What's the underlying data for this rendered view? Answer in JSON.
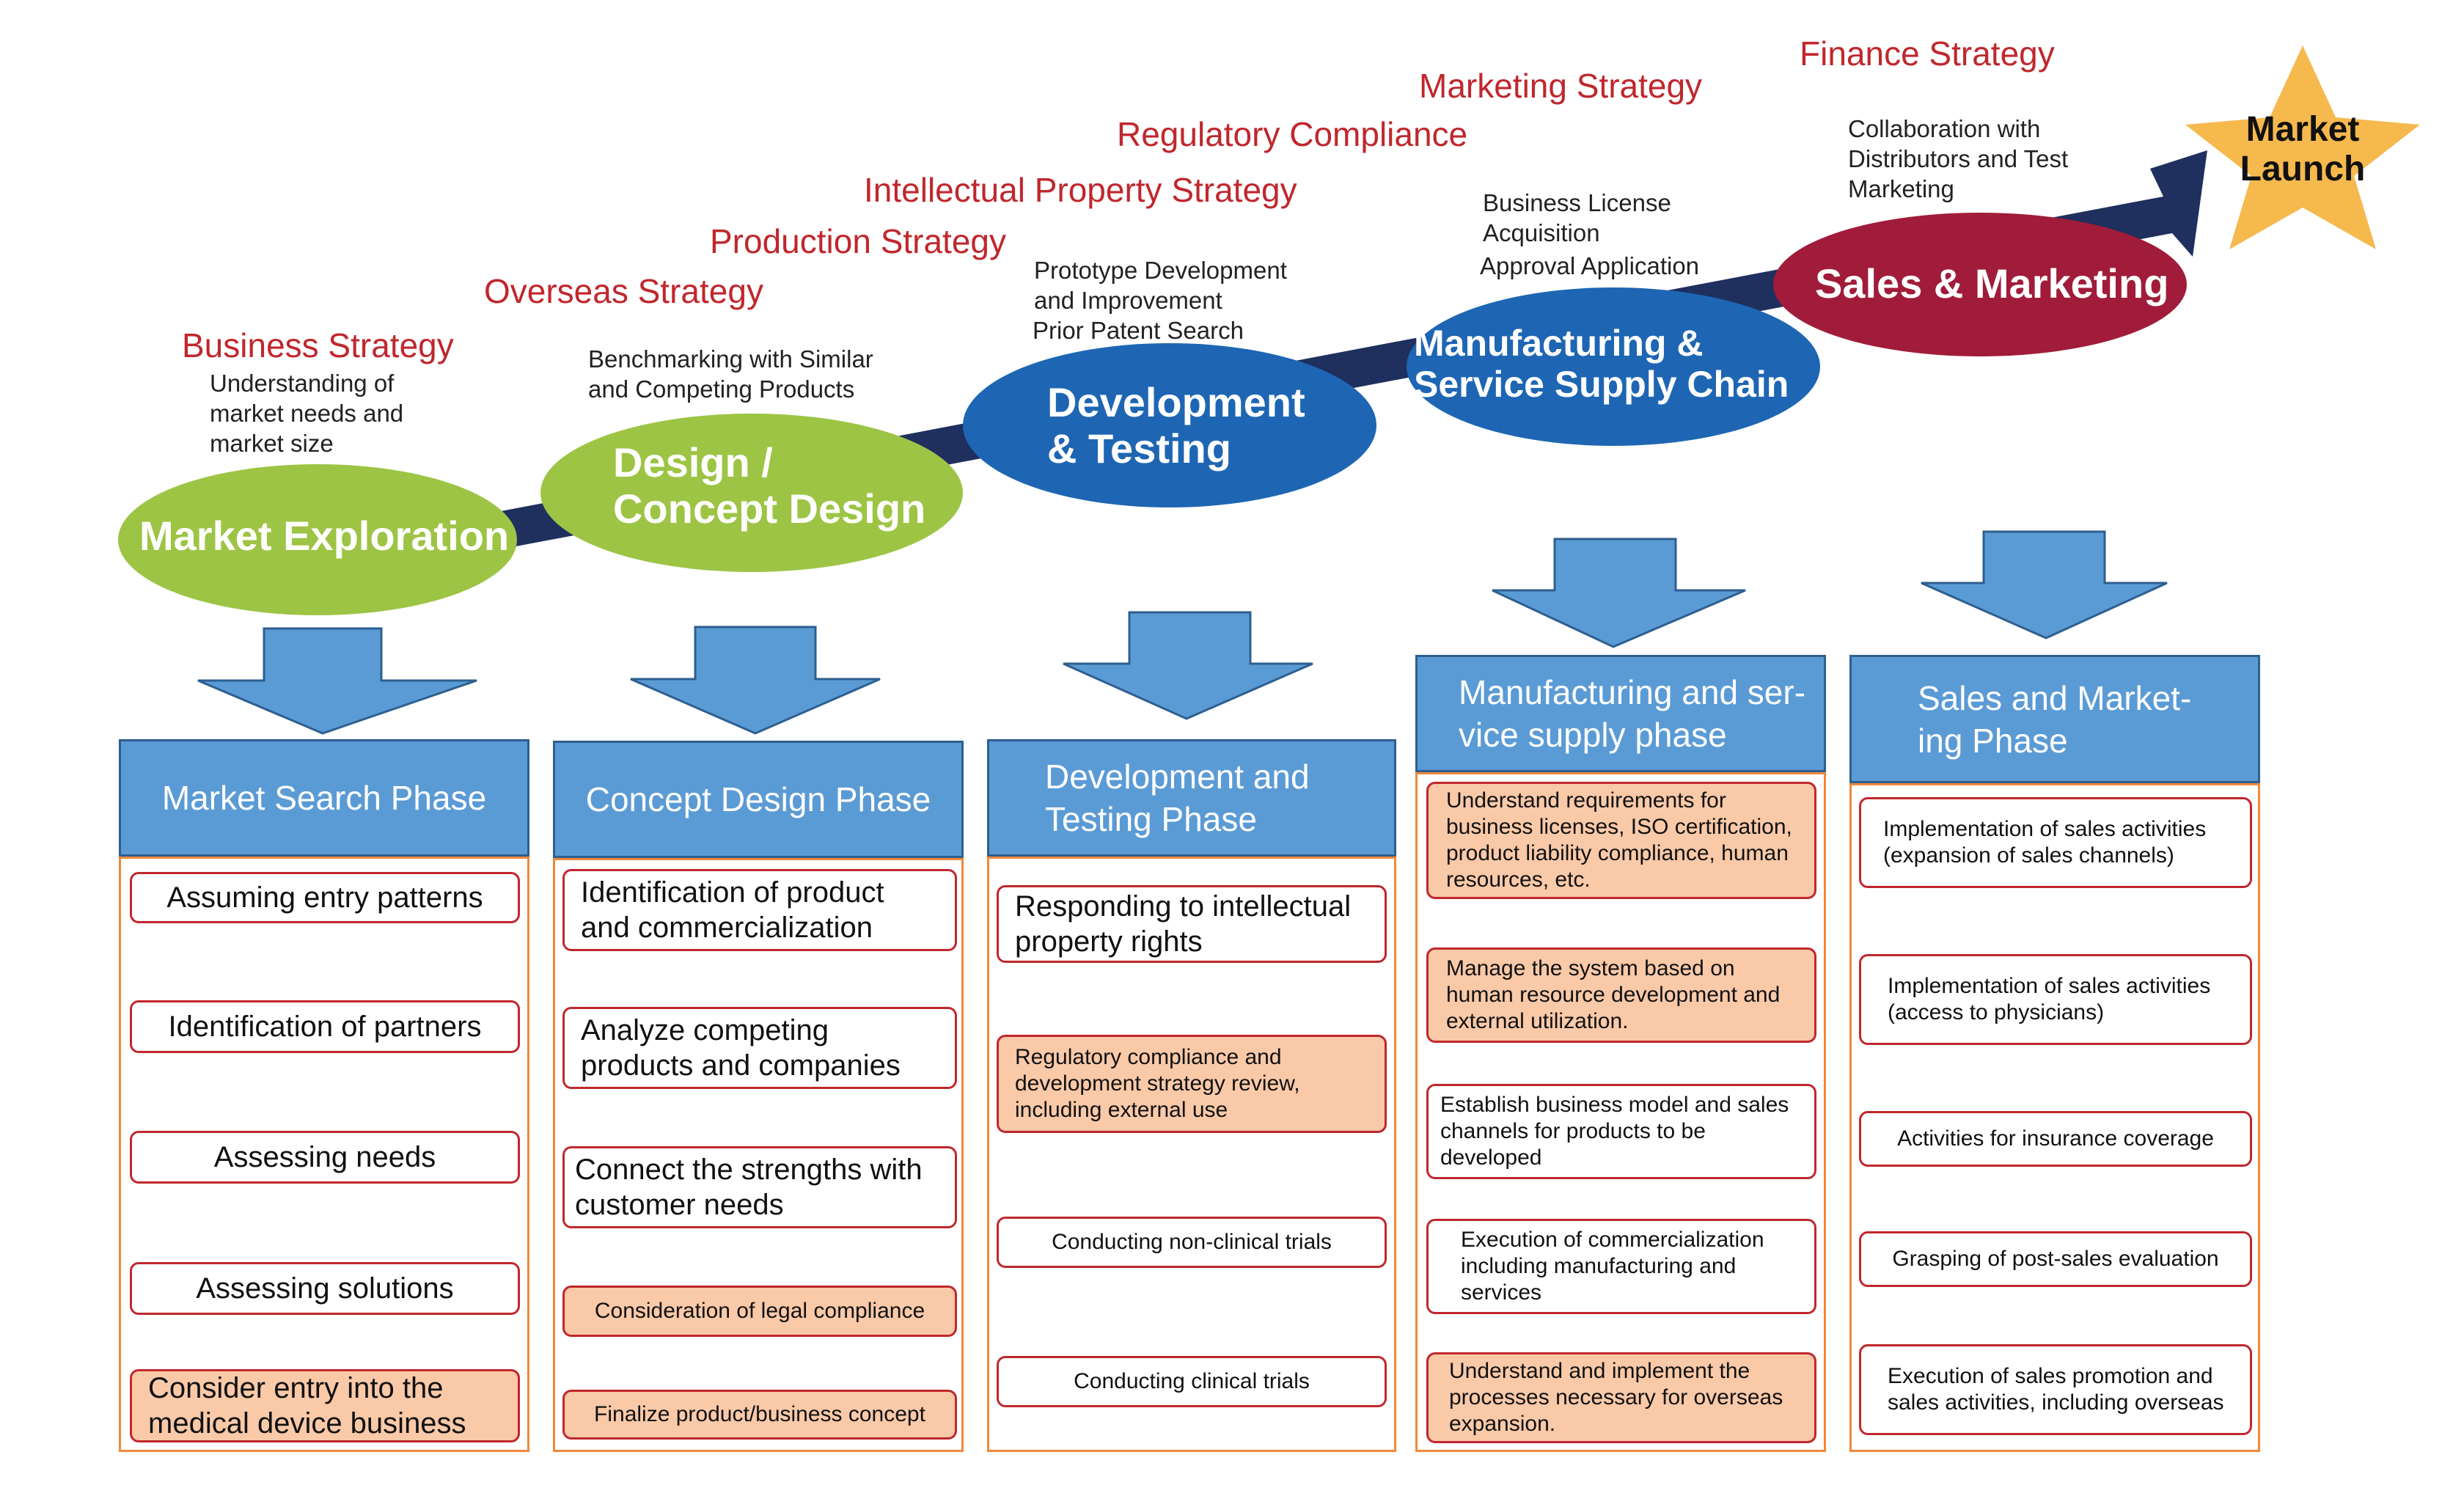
{
  "strategies": {
    "business": "Business Strategy",
    "overseas": "Overseas Strategy",
    "production": "Production Strategy",
    "ip": "Intellectual Property Strategy",
    "regulatory": "Regulatory Compliance",
    "marketing": "Marketing Strategy",
    "finance": "Finance Strategy"
  },
  "notes": {
    "market": "Understanding of market needs and market size",
    "design": "Benchmarking with Similar and Competing Products",
    "dev_1": "Prototype Development and Improvement",
    "dev_2": "Prior Patent Search",
    "mfg_1": "Business License Acquisition",
    "mfg_2": "Approval Application",
    "sales": "Collaboration with Distributors and Test Marketing"
  },
  "stages": {
    "market": "Market Exploration",
    "design_1": "Design /",
    "design_2": "Concept Design",
    "dev_1": "Development",
    "dev_2": "& Testing",
    "mfg_1": "Manufacturing &",
    "mfg_2": "Service Supply Chain",
    "sales": "Sales & Marketing",
    "launch_1": "Market",
    "launch_2": "Launch"
  },
  "colors": {
    "green": "#9dc444",
    "blue": "#1e66b3",
    "crimson": "#a11c3a",
    "navy": "#1f2f5e",
    "gold": "#f6b94e",
    "header_blue": "#5b9bd5",
    "orange": "#f0883a",
    "highlight": "#f9c9a8",
    "strategy_red": "#c0272d"
  },
  "phases": [
    {
      "title_1": "Market Search Phase",
      "title_2": "",
      "steps": [
        {
          "text": "Assuming entry patterns",
          "highlight": false
        },
        {
          "text": "Identification of partners",
          "highlight": false
        },
        {
          "text": "Assessing needs",
          "highlight": false
        },
        {
          "text": "Assessing solutions",
          "highlight": false
        },
        {
          "text": "Consider entry into the medical device business",
          "highlight": true
        }
      ]
    },
    {
      "title_1": "Concept Design Phase",
      "title_2": "",
      "steps": [
        {
          "text": "Identification of product and commercialization",
          "highlight": false
        },
        {
          "text": "Analyze competing products and companies",
          "highlight": false
        },
        {
          "text": "Connect the strengths with customer needs",
          "highlight": false
        },
        {
          "text": "Consideration of legal compliance",
          "highlight": true
        },
        {
          "text": "Finalize product/business concept",
          "highlight": true
        }
      ]
    },
    {
      "title_1": "Development and",
      "title_2": "Testing Phase",
      "steps": [
        {
          "text": "Responding to intellectual property rights",
          "highlight": false
        },
        {
          "text": "Regulatory compliance and development strategy review, including external use",
          "highlight": true
        },
        {
          "text": "Conducting non-clinical trials",
          "highlight": false
        },
        {
          "text": "Conducting clinical trials",
          "highlight": false
        }
      ]
    },
    {
      "title_1": "Manufacturing and ser-",
      "title_2": "vice supply phase",
      "steps": [
        {
          "text": "Understand requirements for business licenses, ISO certification, product liability compliance, human resources, etc.",
          "highlight": true
        },
        {
          "text": "Manage the system based on human resource development and external utilization.",
          "highlight": true
        },
        {
          "text": "Establish business model and sales channels for products to be developed",
          "highlight": false
        },
        {
          "text": "Execution of commercialization including manufacturing and services",
          "highlight": false
        },
        {
          "text": "Understand and implement the processes necessary for overseas expansion.",
          "highlight": true
        }
      ]
    },
    {
      "title_1": "Sales and Market-",
      "title_2": "ing Phase",
      "steps": [
        {
          "text": "Implementation of sales activities (expansion of sales channels)",
          "highlight": false
        },
        {
          "text": "Implementation of sales activities (access to physicians)",
          "highlight": false
        },
        {
          "text": "Activities for insurance coverage",
          "highlight": false
        },
        {
          "text": "Grasping of post-sales evaluation",
          "highlight": false
        },
        {
          "text": "Execution of sales promotion and sales activities, including overseas",
          "highlight": false
        }
      ]
    }
  ]
}
